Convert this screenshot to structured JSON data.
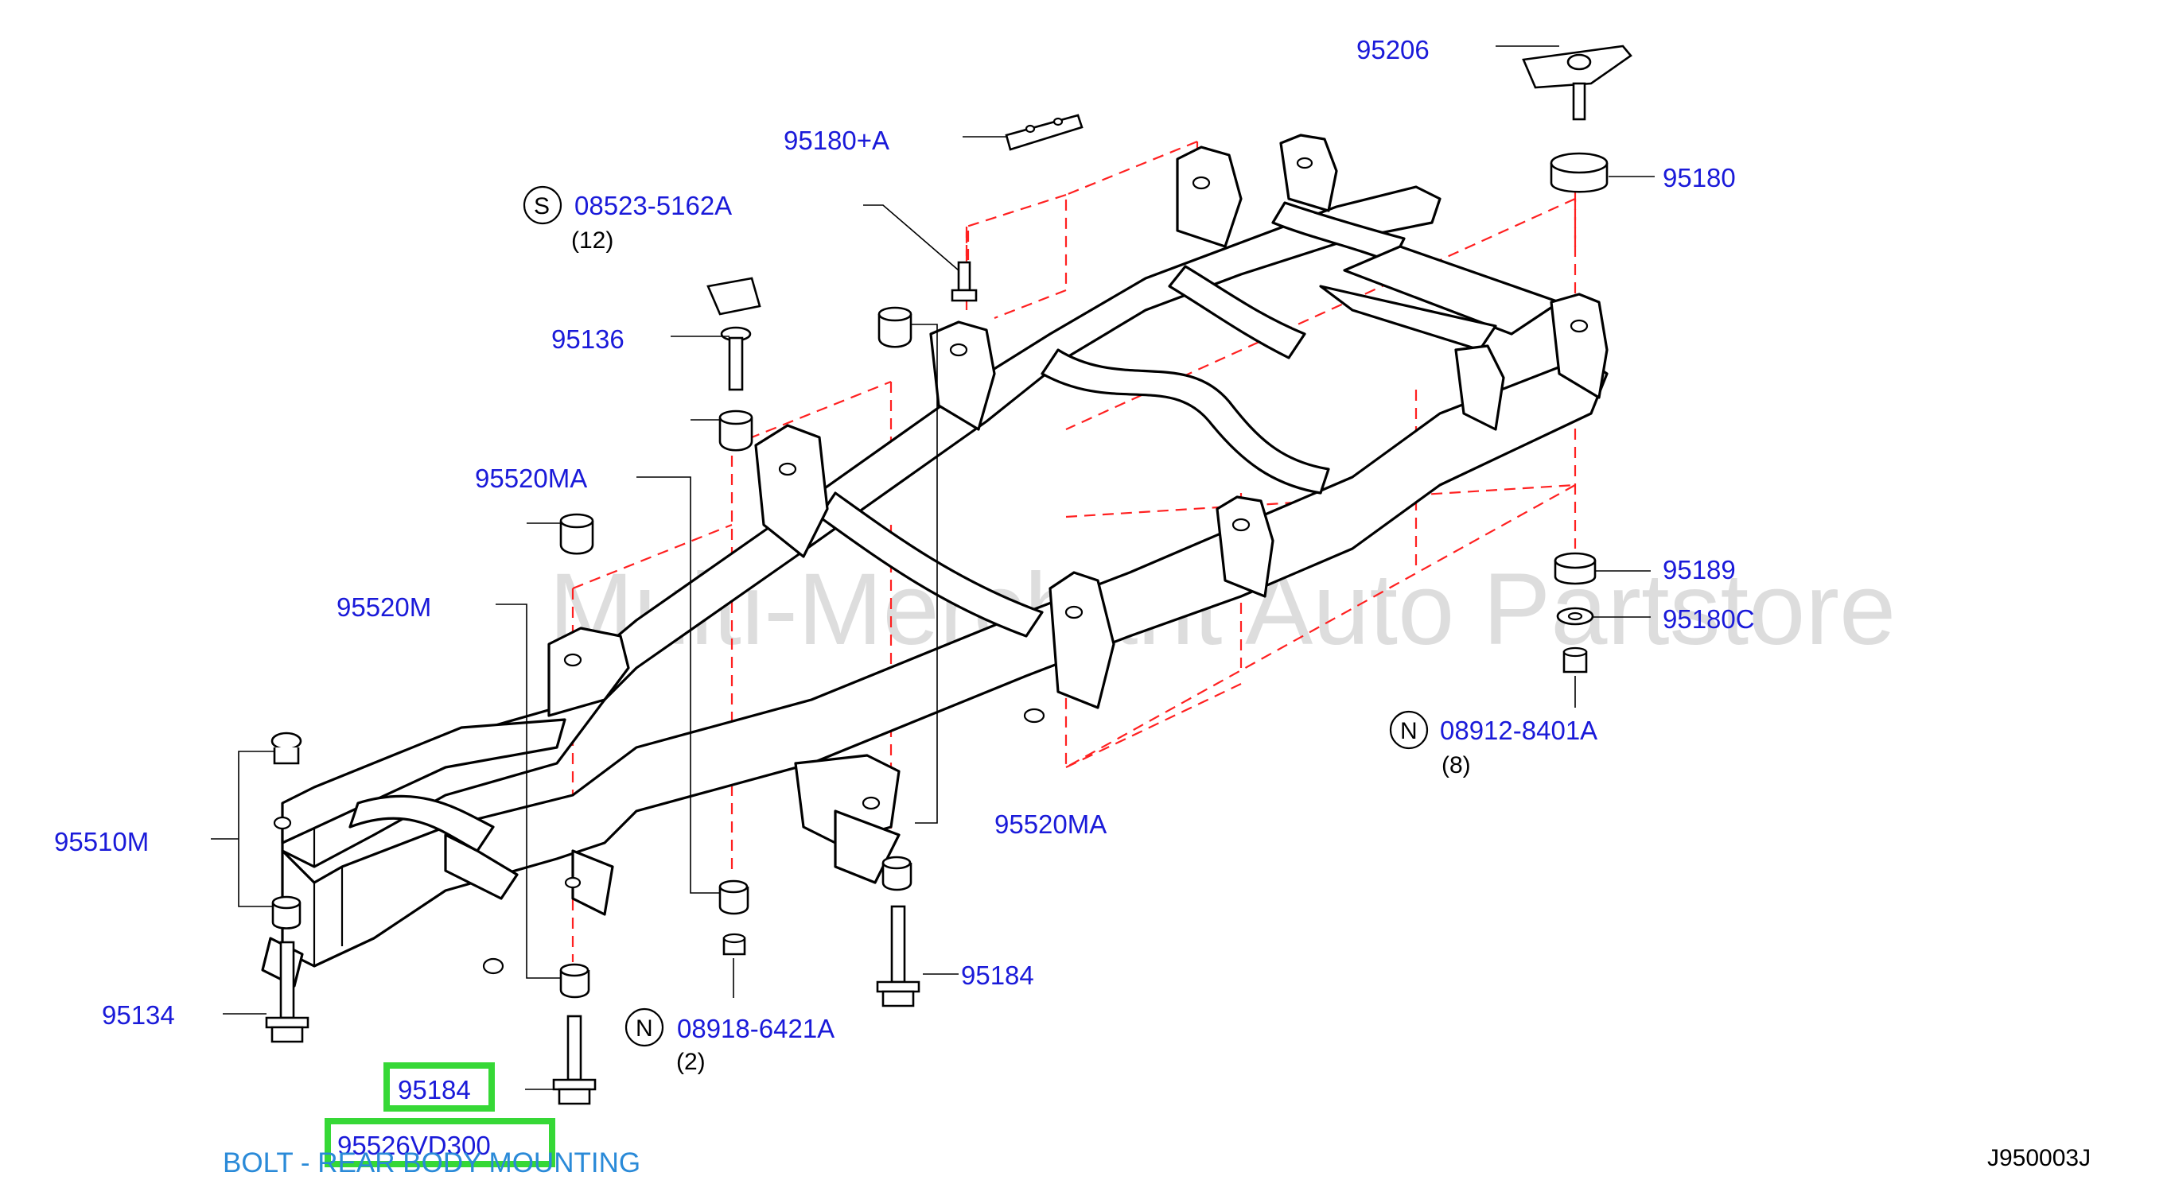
{
  "diagram_code": "J950003J",
  "watermark": "Multi-Merchant Auto Partstore",
  "caption": "BOLT - REAR BODY MOUNTING",
  "callouts": {
    "p95206": "95206",
    "p95180a": "95180+A",
    "p95180": "95180",
    "p08523": "08523-5162A",
    "p08523_qty": "(12)",
    "p08523_marker": "S",
    "p95136": "95136",
    "p95520ma_top": "95520MA",
    "p95520m": "95520M",
    "p95510m": "95510M",
    "p95134": "95134",
    "p95520ma_bottom": "95520MA",
    "p95184_right": "95184",
    "p08918": "08918-6421A",
    "p08918_qty": "(2)",
    "p08918_marker": "N",
    "p95189": "95189",
    "p95180c": "95180C",
    "p08912": "08912-8401A",
    "p08912_qty": "(8)",
    "p08912_marker": "N",
    "p95184_highlight": "95184",
    "p95526": "95526VD300"
  },
  "colors": {
    "callout_text": "#1a1ad9",
    "caption_text": "#2a8ad8",
    "highlight_box": "#36d836",
    "guide_dashes": "#ff2020"
  }
}
